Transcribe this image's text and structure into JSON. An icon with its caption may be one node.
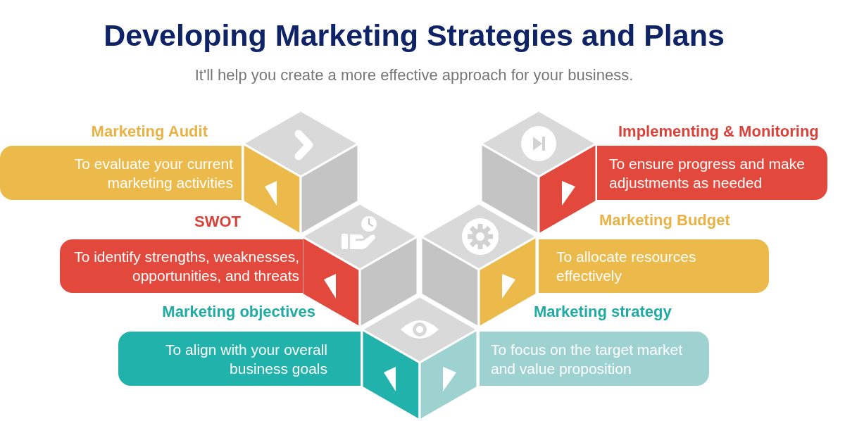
{
  "diagram": {
    "title": "Developing Marketing Strategies and Plans",
    "nodes": [
      {
        "text": [
          "Marketing Audit",
          "To evaluate your current marketing activities"
        ]
      },
      {
        "text": [
          "SWOT",
          "To identify strengths, weaknesses, opportunities, and threats"
        ]
      },
      {
        "text": [
          "Marketing objectives",
          "To align with your overall business goals"
        ]
      },
      {
        "text": [
          "Marketing strategy",
          "To focus on the target market and value proposition"
        ]
      },
      {
        "text": [
          "Marketing Budget",
          "To allocate resources effectively"
        ]
      },
      {
        "text": [
          "Implementing & Monitoring",
          "To ensure progress and make adjustments as needed"
        ]
      }
    ],
    "labels": [
      "It'll help you create a more effective approach for your business."
    ]
  }
}
